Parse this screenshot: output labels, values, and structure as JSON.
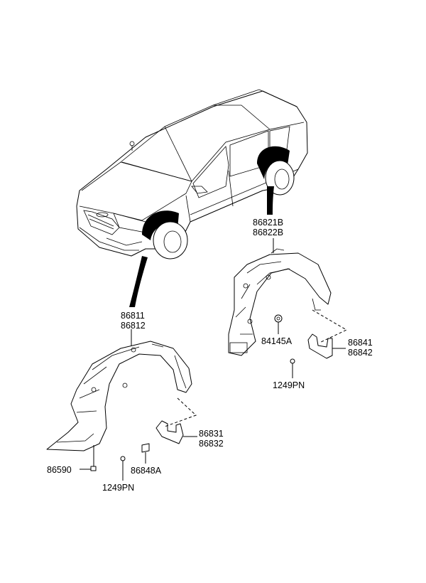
{
  "diagram": {
    "callouts": {
      "rear_liner_upper": "86821B",
      "rear_liner_lower": "86822B",
      "front_liner_upper": "86811",
      "front_liner_lower": "86812",
      "rear_nut": "84145A",
      "rear_bracket_upper": "86841",
      "rear_bracket_lower": "86842",
      "rear_screw": "1249PN",
      "front_bracket_upper": "86831",
      "front_bracket_lower": "86832",
      "front_clip": "86848A",
      "front_screw": "1249PN",
      "front_grommet": "86590"
    }
  }
}
